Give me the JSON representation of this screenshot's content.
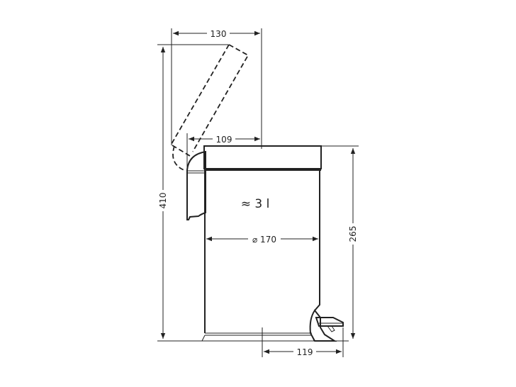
{
  "drawing": {
    "dimensions": {
      "lid_open_width": "130",
      "lid_to_handle": "109",
      "total_height_open": "410",
      "height_closed": "265",
      "diameter": "⌀ 170",
      "pedal_depth": "119"
    },
    "capacity": "≈ 3 l",
    "line_color": "#222222",
    "background": "#ffffff"
  }
}
